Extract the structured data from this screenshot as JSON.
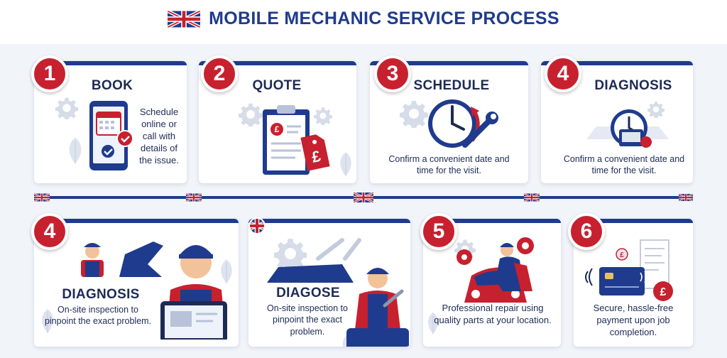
{
  "header": {
    "title": "MOBILE MECHANIC SERVICE PROCESS",
    "flag_icon": "uk-flag-icon"
  },
  "colors": {
    "navy": "#1f3b8e",
    "red": "#c7202f",
    "bg": "#f1f4f9",
    "text": "#1d2a55"
  },
  "steps_top": [
    {
      "number": "1",
      "title": "BOOK",
      "text": "Schedule online or call with details of the issue.",
      "icon": "phone-calendar-icon"
    },
    {
      "number": "2",
      "title": "QUOTE",
      "text": "",
      "icon": "clipboard-price-tag-icon"
    },
    {
      "number": "3",
      "title": "SCHEDULE",
      "text": "Confirm a convenient date and time for the visit.",
      "icon": "clock-wrench-icon"
    },
    {
      "number": "4",
      "title": "DIAGNOSIS",
      "text": "Confirm a convenient date and time for the visit.",
      "icon": "clock-diagnostic-icon"
    }
  ],
  "steps_bottom": [
    {
      "number": "4",
      "title": "DIAGNOSIS",
      "text": "On-site inspection to pinpoint the exact problem.",
      "icon": "mechanic-tablet-icon"
    },
    {
      "number": "",
      "title": "DIAGOSE",
      "text": "On-site inspection to pinpoint the exact problem.",
      "icon": "mechanic-car-icon"
    },
    {
      "number": "5",
      "title": "",
      "text": "Professional repair using quality parts at your location.",
      "icon": "mechanic-repair-icon"
    },
    {
      "number": "6",
      "title": "",
      "text": "Secure, hassle-free payment upon job completion.",
      "icon": "card-payment-icon"
    }
  ]
}
